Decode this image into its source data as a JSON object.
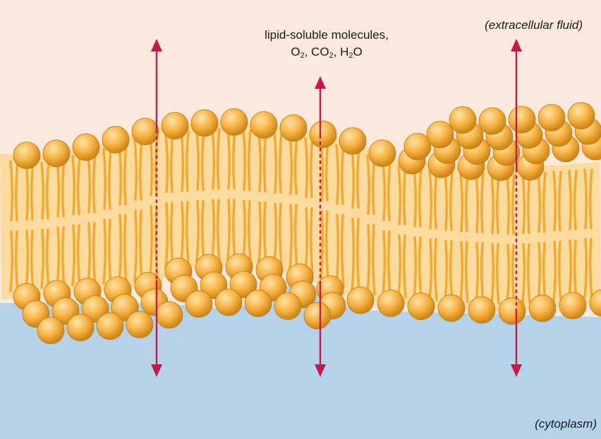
{
  "labels": {
    "extracellular": "(extracellular fluid)",
    "cytoplasm": "(cytoplasm)",
    "molecules_line1": "lipid-soluble molecules,",
    "molecules_line2": [
      {
        "text": "O",
        "sub": "2",
        "after": ", "
      },
      {
        "text": "CO",
        "sub": "2",
        "after": ", "
      },
      {
        "text": "H",
        "sub": "2",
        "after": "O"
      }
    ]
  },
  "colors": {
    "extracellular": "#fbe9e0",
    "cytoplasm": "#b4d2ea",
    "membrane_core": "#fbdba0",
    "tail": "#f6a82a",
    "head_light": "#fde4a8",
    "head_mid": "#f7b548",
    "head_dark": "#d18713",
    "arrow": "#c8184a"
  },
  "arrows": [
    {
      "name": "left-arrow",
      "crosses_membrane": true
    },
    {
      "name": "middle-arrow",
      "crosses_membrane": true
    },
    {
      "name": "right-arrow",
      "crosses_membrane": true
    }
  ]
}
